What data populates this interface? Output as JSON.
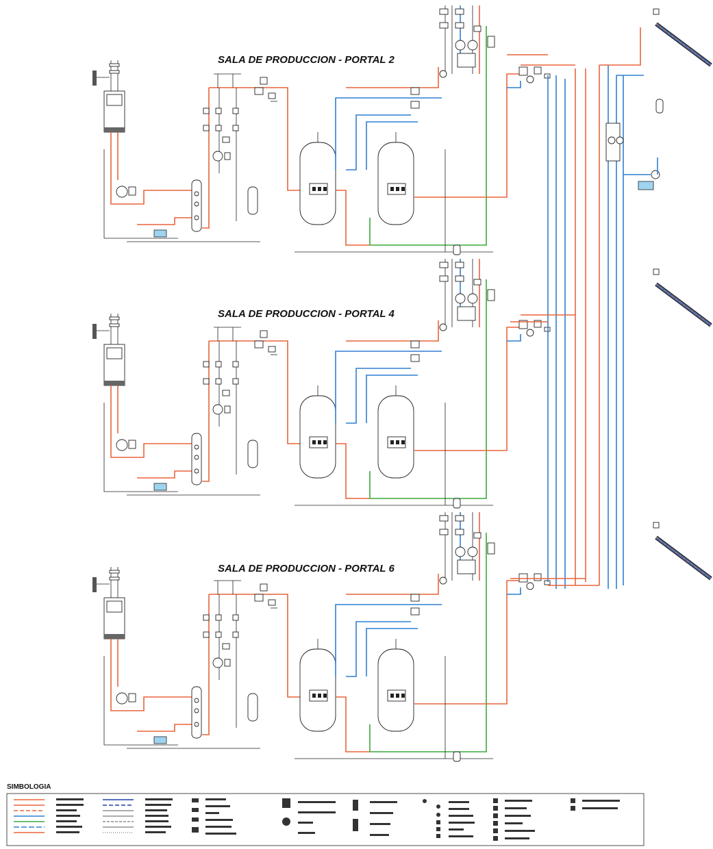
{
  "sections": [
    {
      "title": "SALA DE PRODUCCION - PORTAL 2"
    },
    {
      "title": "SALA DE PRODUCCION - PORTAL 4"
    },
    {
      "title": "SALA DE PRODUCCION - PORTAL 6"
    }
  ],
  "legend": {
    "heading": "SIMBOLOGIA"
  },
  "colors": {
    "hot_pipe": "#e8643a",
    "cold_pipe": "#2f7fd0",
    "green_pipe": "#3aa83a",
    "line": "#222222"
  }
}
